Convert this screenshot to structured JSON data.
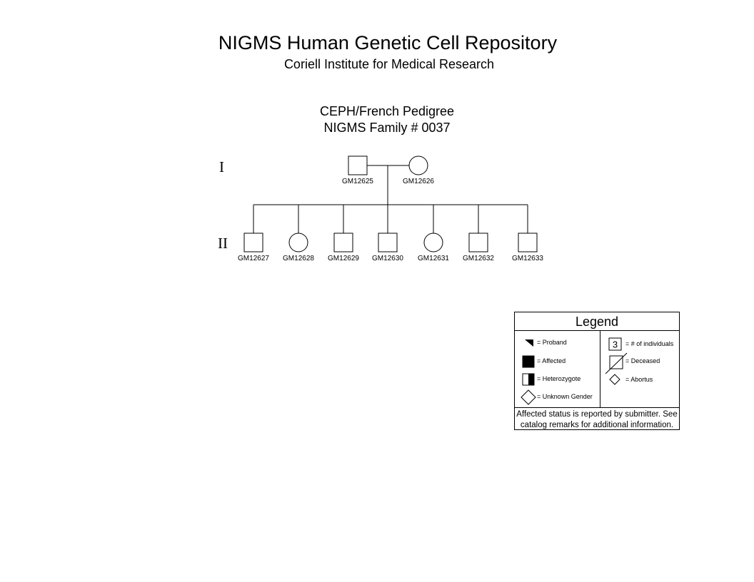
{
  "header": {
    "title": "NIGMS Human Genetic Cell Repository",
    "subtitle": "Coriell Institute for Medical Research"
  },
  "pedigree": {
    "title_line1": "CEPH/French Pedigree",
    "title_line2": "NIGMS Family # 0037",
    "generations": [
      "I",
      "II"
    ],
    "generation_I": [
      {
        "id": "GM12625",
        "sex": "male"
      },
      {
        "id": "GM12626",
        "sex": "female"
      }
    ],
    "generation_II": [
      {
        "id": "GM12627",
        "sex": "male"
      },
      {
        "id": "GM12628",
        "sex": "female"
      },
      {
        "id": "GM12629",
        "sex": "male"
      },
      {
        "id": "GM12630",
        "sex": "male"
      },
      {
        "id": "GM12631",
        "sex": "female"
      },
      {
        "id": "GM12632",
        "sex": "male"
      },
      {
        "id": "GM12633",
        "sex": "male"
      }
    ]
  },
  "legend": {
    "title": "Legend",
    "left_items": [
      {
        "symbol": "proband",
        "label": "= Proband"
      },
      {
        "symbol": "affected",
        "label": "= Affected"
      },
      {
        "symbol": "heterozygote",
        "label": "= Heterozygote"
      },
      {
        "symbol": "unknown-gender",
        "label": "= Unknown Gender"
      }
    ],
    "right_items": [
      {
        "symbol": "count-box",
        "number": "3",
        "label": "= # of individuals"
      },
      {
        "symbol": "deceased",
        "label": "= Deceased"
      },
      {
        "symbol": "abortus",
        "label": "= Abortus"
      }
    ],
    "note": "Affected status is reported by submitter. See catalog remarks for additional information."
  }
}
